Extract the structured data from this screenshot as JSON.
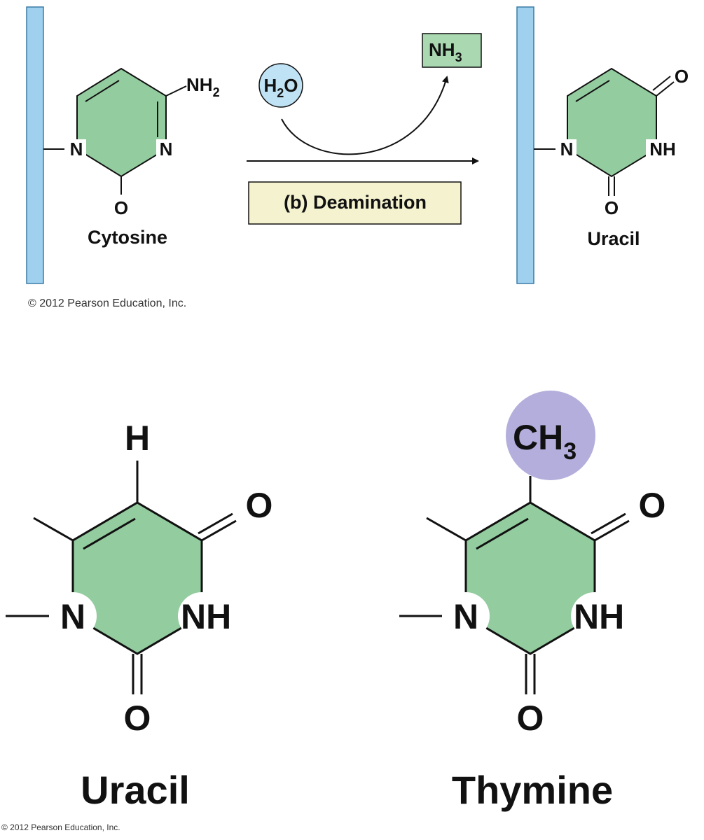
{
  "colors": {
    "backbone": "#9fd0ee",
    "ring": "#93cc9f",
    "water": "#bfe2f5",
    "ammonia_box": "#a9d8b1",
    "label_box": "#f5f3cf",
    "methyl": "#b3aedb"
  },
  "top": {
    "reactant": {
      "name": "Cytosine",
      "amino": "NH",
      "amino_sub": "2",
      "n1": "N",
      "n3": "N",
      "o2": "O"
    },
    "reagent": {
      "h": "H",
      "h_sub": "2",
      "o": "O"
    },
    "byproduct": {
      "label": "NH",
      "label_sub": "3"
    },
    "reaction_label": "(b) Deamination",
    "product": {
      "name": "Uracil",
      "n1": "N",
      "n3": "NH",
      "o2": "O",
      "o4": "O"
    },
    "copyright": "© 2012 Pearson Education, Inc."
  },
  "bottom": {
    "uracil": {
      "name": "Uracil",
      "h5": "H",
      "o4": "O",
      "n1": "N",
      "n3": "NH",
      "o2": "O"
    },
    "thymine": {
      "name": "Thymine",
      "methyl": "CH",
      "methyl_sub": "3",
      "o4": "O",
      "n1": "N",
      "n3": "NH",
      "o2": "O"
    },
    "copyright": "© 2012 Pearson Education, Inc."
  }
}
